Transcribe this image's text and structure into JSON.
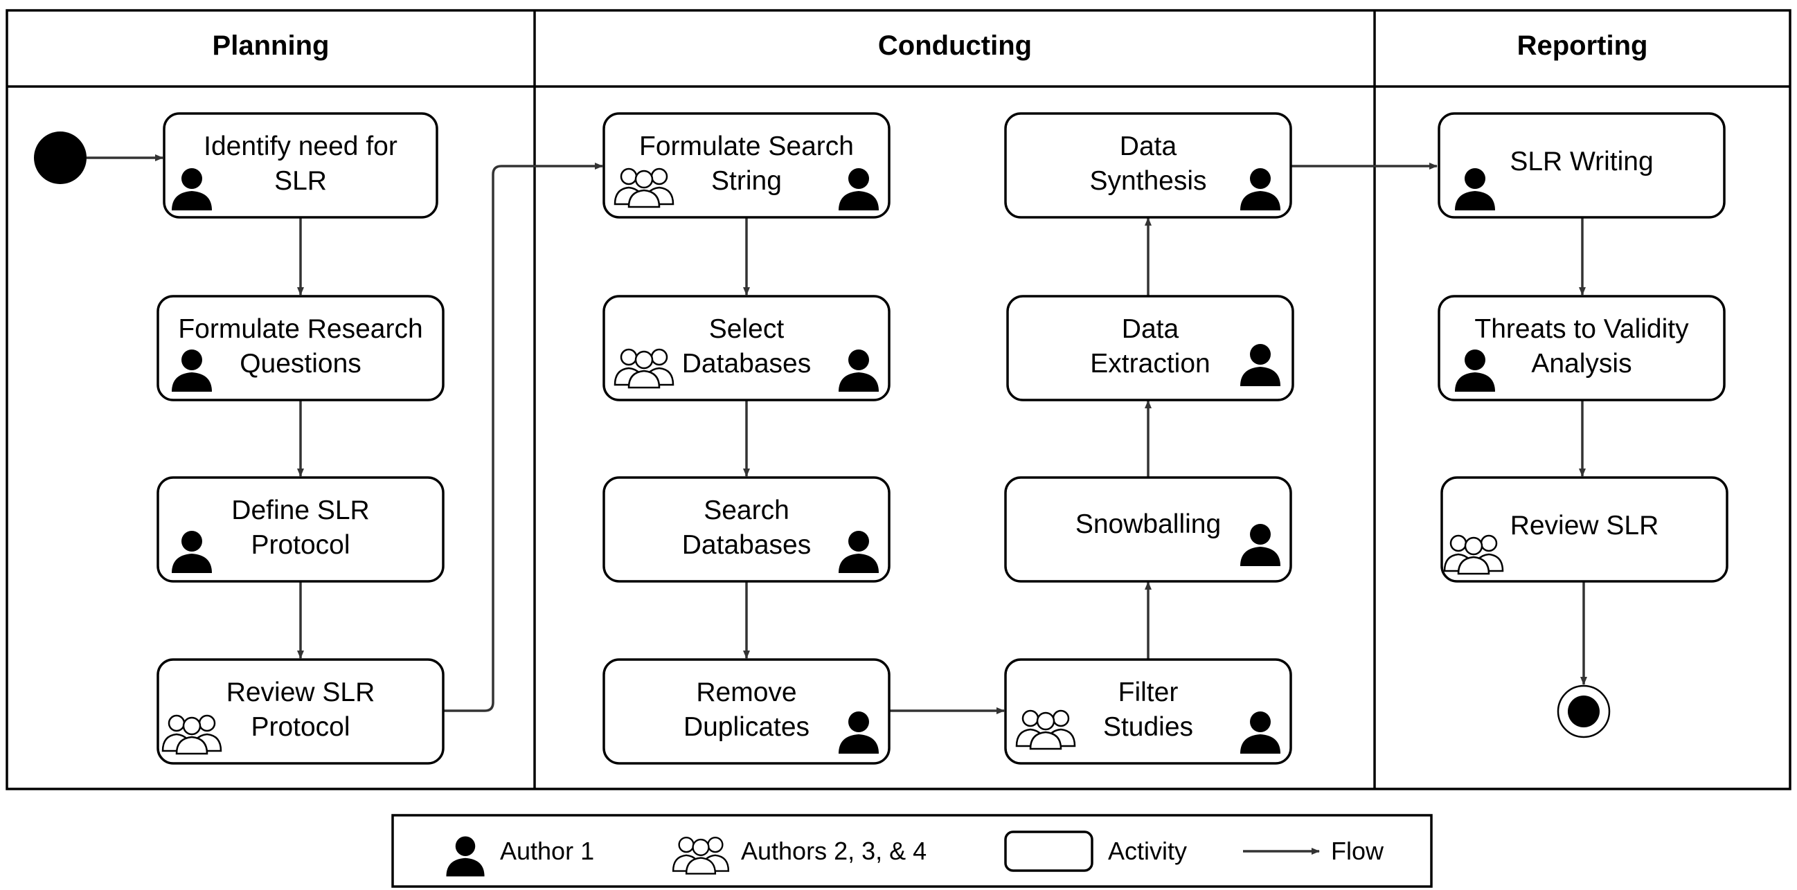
{
  "lanes": [
    {
      "id": "planning",
      "title": "Planning"
    },
    {
      "id": "conducting",
      "title": "Conducting"
    },
    {
      "id": "reporting",
      "title": "Reporting"
    }
  ],
  "activities": [
    {
      "id": "identify-need",
      "lines": [
        "Identify need for",
        "SLR"
      ],
      "performer": "author1"
    },
    {
      "id": "formulate-rq",
      "lines": [
        "Formulate Research",
        "Questions"
      ],
      "performer": "author1"
    },
    {
      "id": "define-protocol",
      "lines": [
        "Define SLR",
        "Protocol"
      ],
      "performer": "author1"
    },
    {
      "id": "review-protocol",
      "lines": [
        "Review SLR",
        "Protocol"
      ],
      "performer": "authors234"
    },
    {
      "id": "formulate-search",
      "lines": [
        "Formulate Search",
        "String"
      ],
      "performer": "both"
    },
    {
      "id": "select-db",
      "lines": [
        "Select",
        "Databases"
      ],
      "performer": "both"
    },
    {
      "id": "search-db",
      "lines": [
        "Search",
        "Databases"
      ],
      "performer": "author1"
    },
    {
      "id": "remove-dup",
      "lines": [
        "Remove",
        "Duplicates"
      ],
      "performer": "author1"
    },
    {
      "id": "filter-studies",
      "lines": [
        "Filter",
        "Studies"
      ],
      "performer": "both"
    },
    {
      "id": "snowballing",
      "lines": [
        "Snowballing"
      ],
      "performer": "author1"
    },
    {
      "id": "data-extraction",
      "lines": [
        "Data",
        "Extraction"
      ],
      "performer": "author1"
    },
    {
      "id": "data-synthesis",
      "lines": [
        "Data",
        "Synthesis"
      ],
      "performer": "author1"
    },
    {
      "id": "slr-writing",
      "lines": [
        "SLR Writing"
      ],
      "performer": "author1"
    },
    {
      "id": "threats",
      "lines": [
        "Threats to Validity",
        "Analysis"
      ],
      "performer": "author1"
    },
    {
      "id": "review-slr",
      "lines": [
        "Review SLR"
      ],
      "performer": "authors234"
    }
  ],
  "legend": {
    "author1": "Author 1",
    "authors234": "Authors 2, 3, & 4",
    "activity": "Activity",
    "flow": "Flow"
  },
  "colors": {
    "line": "#000000",
    "arrow": "#333333",
    "background": "#ffffff"
  }
}
